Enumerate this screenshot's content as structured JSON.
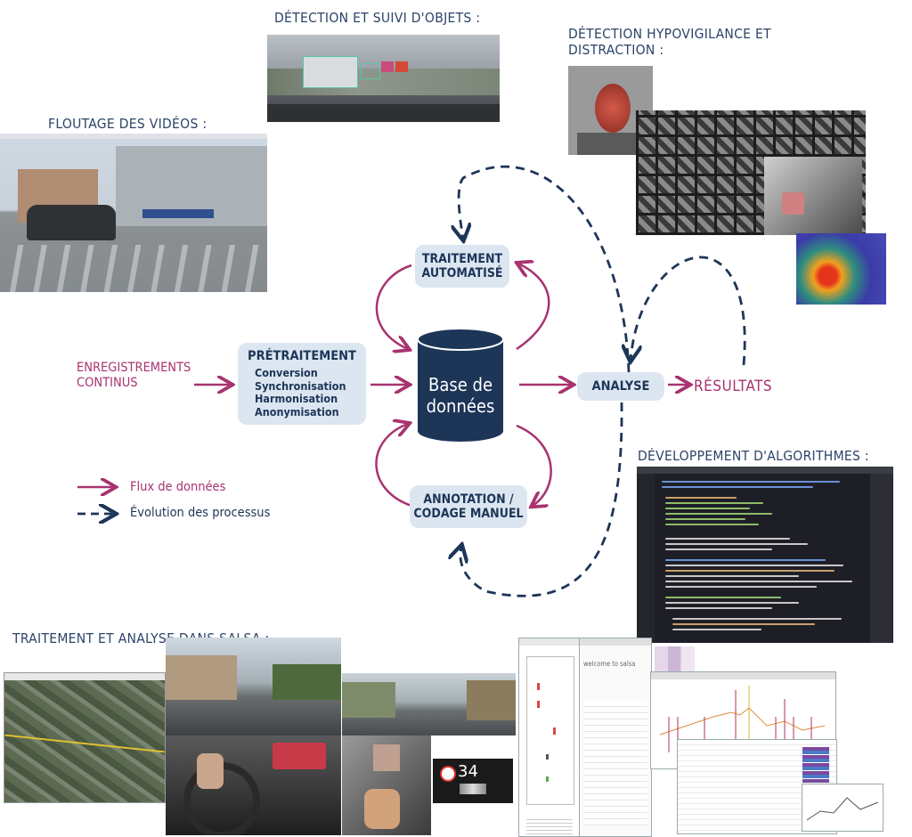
{
  "section_titles": {
    "detection": "DÉTECTION ET SUIVI D'OBJETS :",
    "hypo_line1": "DÉTECTION HYPOVIGILANCE ET",
    "hypo_line2": "DISTRACTION :",
    "floutage": "FLOUTAGE DES VIDÉOS :",
    "algorithmes": "DÉVELOPPEMENT D'ALGORITHMES :",
    "salsa": "TRAITEMENT ET ANALYSE DANS SALSA :"
  },
  "nodes": {
    "enregistrements_line1": "ENREGISTREMENTS",
    "enregistrements_line2": "CONTINUS",
    "pretraitement": {
      "title": "PRÉTRAITEMENT",
      "items": [
        "Conversion",
        "Synchronisation",
        "Harmonisation",
        "Anonymisation"
      ]
    },
    "database_line1": "Base de",
    "database_line2": "données",
    "traitement_line1": "TRAITEMENT",
    "traitement_line2": "AUTOMATISÉ",
    "annotation_line1": "ANNOTATION /",
    "annotation_line2": "CODAGE MANUEL",
    "analyse": "ANALYSE",
    "resultats": "RÉSULTATS"
  },
  "legend": {
    "solid": "Flux de données",
    "dashed": "Évolution des processus"
  },
  "salsa_ui": {
    "welcome": "welcome to salsa",
    "speed": "34"
  },
  "colors": {
    "navy": "#1d3557",
    "pink": "#a8336f",
    "box": "#dce6f1",
    "title": "#2c4468"
  },
  "icons": [
    "database-cylinder-icon",
    "solid-arrow-icon",
    "dashed-arrow-icon"
  ]
}
